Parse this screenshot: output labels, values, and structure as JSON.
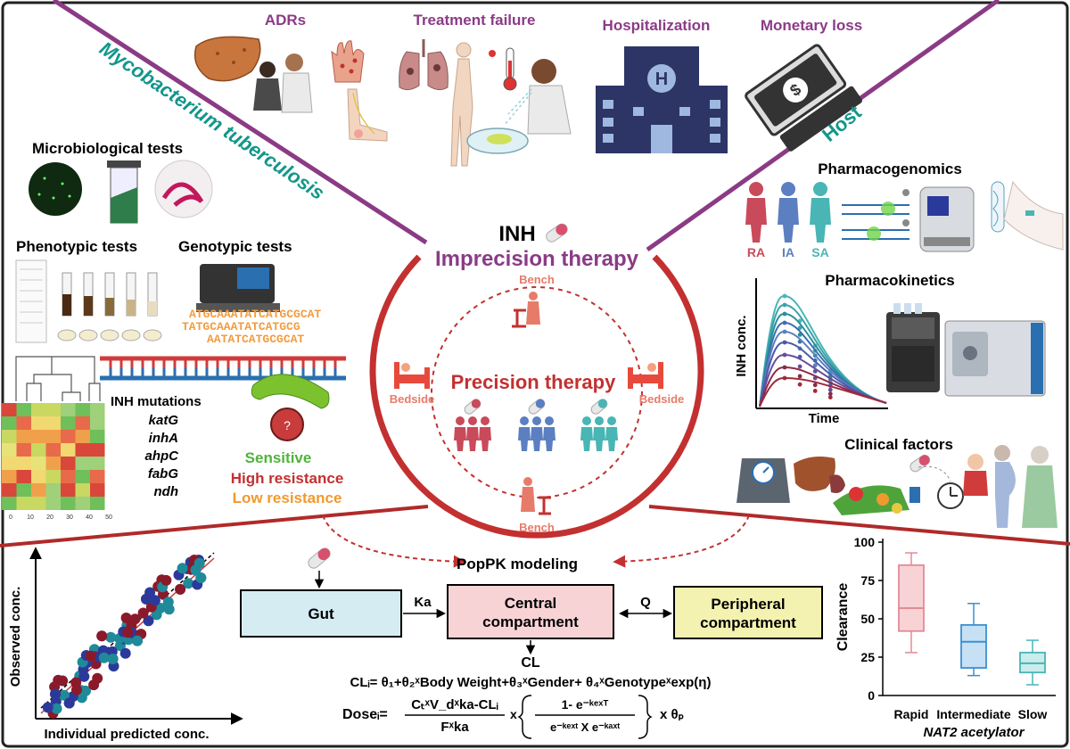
{
  "top": {
    "adrs": "ADRs",
    "treatment_failure": "Treatment failure",
    "hospitalization": "Hospitalization",
    "monetary_loss": "Monetary loss",
    "mycobacterium": "Mycobacterium tuberculosis",
    "host": "Host"
  },
  "left": {
    "micro_tests": "Microbiological tests",
    "phenotypic": "Phenotypic tests",
    "genotypic": "Genotypic tests",
    "dna_seq": [
      "ATGCAAATATCATGCGCAT",
      "TATGCAAATATCATGCG",
      "AATATCATGCGCAT"
    ],
    "mutations_title": "INH mutations",
    "genes": [
      "katG",
      "inhA",
      "ahpC",
      "fabG",
      "ndh"
    ],
    "sensitive": "Sensitive",
    "high_res": "High resistance",
    "low_res": "Low resistance",
    "question": "?",
    "heatmap_ticks": [
      "0",
      "10",
      "20",
      "30",
      "40",
      "50"
    ]
  },
  "center": {
    "inh": "INH",
    "imprecision": "Imprecision therapy",
    "precision": "Precision therapy",
    "bench": "Bench",
    "bedside": "Bedside"
  },
  "right": {
    "pharmacogenomics": "Pharmacogenomics",
    "ra": "RA",
    "ia": "IA",
    "sa": "SA",
    "pharmacokinetics": "Pharmacokinetics",
    "inh_conc": "INH conc.",
    "time": "Time",
    "clinical": "Clinical factors"
  },
  "bottom": {
    "popk": "PopPK modeling",
    "gut": "Gut",
    "ka": "Ka",
    "central1": "Central",
    "central2": "compartment",
    "q": "Q",
    "peripheral1": "Peripheral",
    "peripheral2": "compartment",
    "cl": "CL",
    "cl_eq": "CLᵢ= θ₁+θ₂ˣBody Weight+θ₃ˣGender+ θ₄ˣGenotypeˣexp(η)",
    "dose_lhs": "Doseᵢ=",
    "dose_num": "CₜˣV_dˣka-CLᵢ",
    "dose_den": "Fˣka",
    "dose_x": "x",
    "frac_num": "1- e⁻ᵏᵉˣᵀ",
    "frac_den": "e⁻ᵏᵉˣᵗ X e⁻ᵏᵃˣᵗ",
    "theta_p": "x θₚ",
    "scatter_ylabel": "Observed conc.",
    "scatter_xlabel": "Individual predicted conc."
  },
  "chart_data": {
    "type": "box",
    "ylabel": "Clearance",
    "xlabel": "NAT2 acetylator",
    "ylim": [
      0,
      100
    ],
    "yticks": [
      0,
      25,
      50,
      75,
      100
    ],
    "categories": [
      "Rapid",
      "Intermediate",
      "Slow"
    ],
    "boxes": [
      {
        "min": 28,
        "q1": 42,
        "median": 57,
        "q3": 85,
        "max": 93
      },
      {
        "min": 13,
        "q1": 18,
        "median": 35,
        "q3": 46,
        "max": 60
      },
      {
        "min": 7,
        "q1": 15,
        "median": 21,
        "q3": 28,
        "max": 36
      }
    ],
    "colors": [
      "#e38a95",
      "#3b8fd1",
      "#49b5b5"
    ],
    "fills": [
      "#f8d3d6",
      "#c7e1f4",
      "#c9ecec"
    ]
  },
  "colors": {
    "purple": "#8b3b86",
    "teal": "#12968a",
    "red": "#c33030",
    "navy": "#2c3566",
    "green": "#4fb43b",
    "orange": "#f09a2e",
    "salmon": "#e77b6a"
  }
}
